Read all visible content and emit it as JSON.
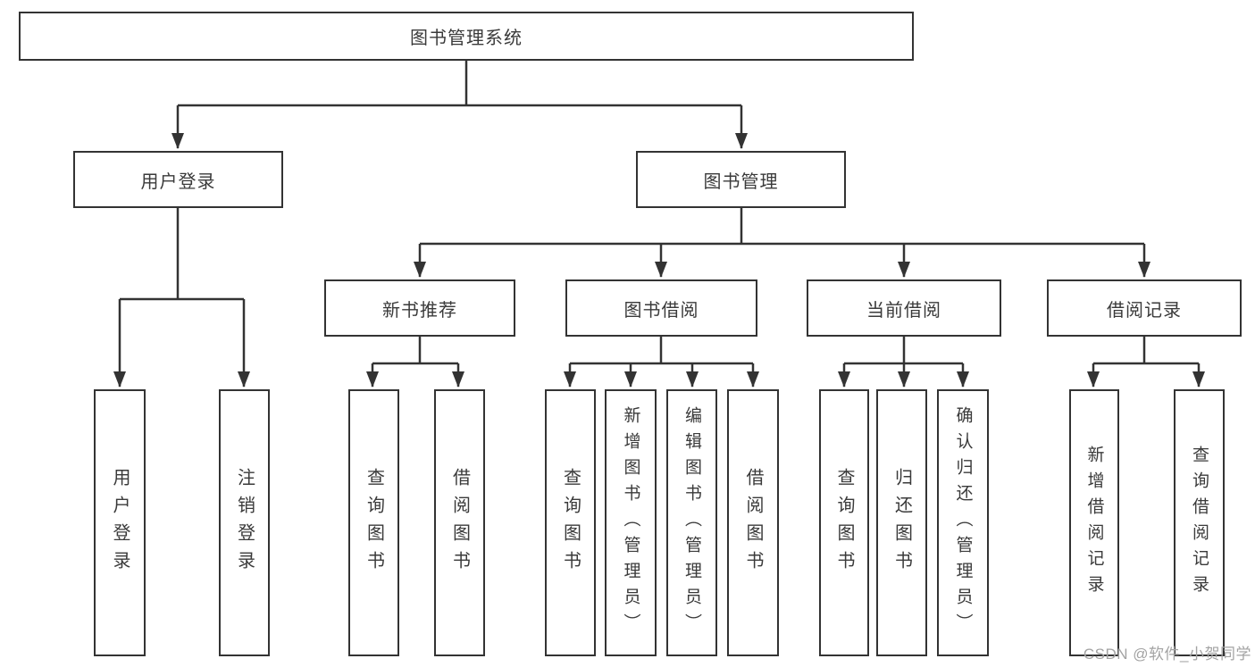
{
  "diagram": {
    "root": {
      "label": "图书管理系统"
    },
    "user_login": {
      "label": "用户登录",
      "children": [
        "用户登录",
        "注销登录"
      ]
    },
    "book_management": {
      "label": "图书管理",
      "sections": {
        "new_book_recommend": {
          "label": "新书推荐",
          "children": [
            "查询图书",
            "借阅图书"
          ]
        },
        "book_borrowing": {
          "label": "图书借阅",
          "children": [
            "查询图书",
            "新增图书（管理员）",
            "编辑图书（管理员）",
            "借阅图书"
          ]
        },
        "current_borrowing": {
          "label": "当前借阅",
          "children": [
            "查询图书",
            "归还图书",
            "确认归还（管理员）"
          ]
        },
        "borrowing_records": {
          "label": "借阅记录",
          "children": [
            "新增借阅记录",
            "查询借阅记录"
          ]
        }
      }
    },
    "watermark": "CSDN @软件_小贺同学",
    "colors": {
      "line": "#333333",
      "text": "#3a3a3a",
      "watermark": "#a3a3a3",
      "background": "#ffffff"
    }
  }
}
